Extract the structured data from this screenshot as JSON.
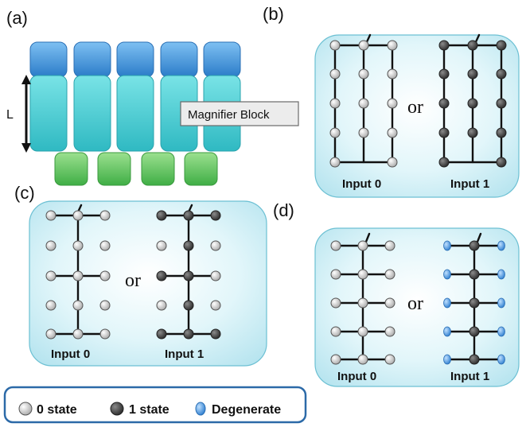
{
  "panel_labels": {
    "a": "(a)",
    "b": "(b)",
    "c": "(c)",
    "d": "(d)"
  },
  "panel_a": {
    "length_label": "L",
    "callout": "Magnifier Block"
  },
  "connector_word": "or",
  "input_labels": {
    "input0": "Input 0",
    "input1": "Input 1"
  },
  "legend": {
    "zero_state": "0 state",
    "one_state": "1 state",
    "degenerate": "Degenerate"
  },
  "colors": {
    "zero_state": "#cccccc",
    "one_state": "#444444",
    "degenerate": "#4a8fd6",
    "panel_bg": "#c8ecf4",
    "panel_border": "#5fb3c9",
    "legend_border": "#2c6aa8",
    "block_top": "#3d8fd9",
    "block_mid": "#3fc8cf",
    "block_bottom": "#5cc05a"
  }
}
